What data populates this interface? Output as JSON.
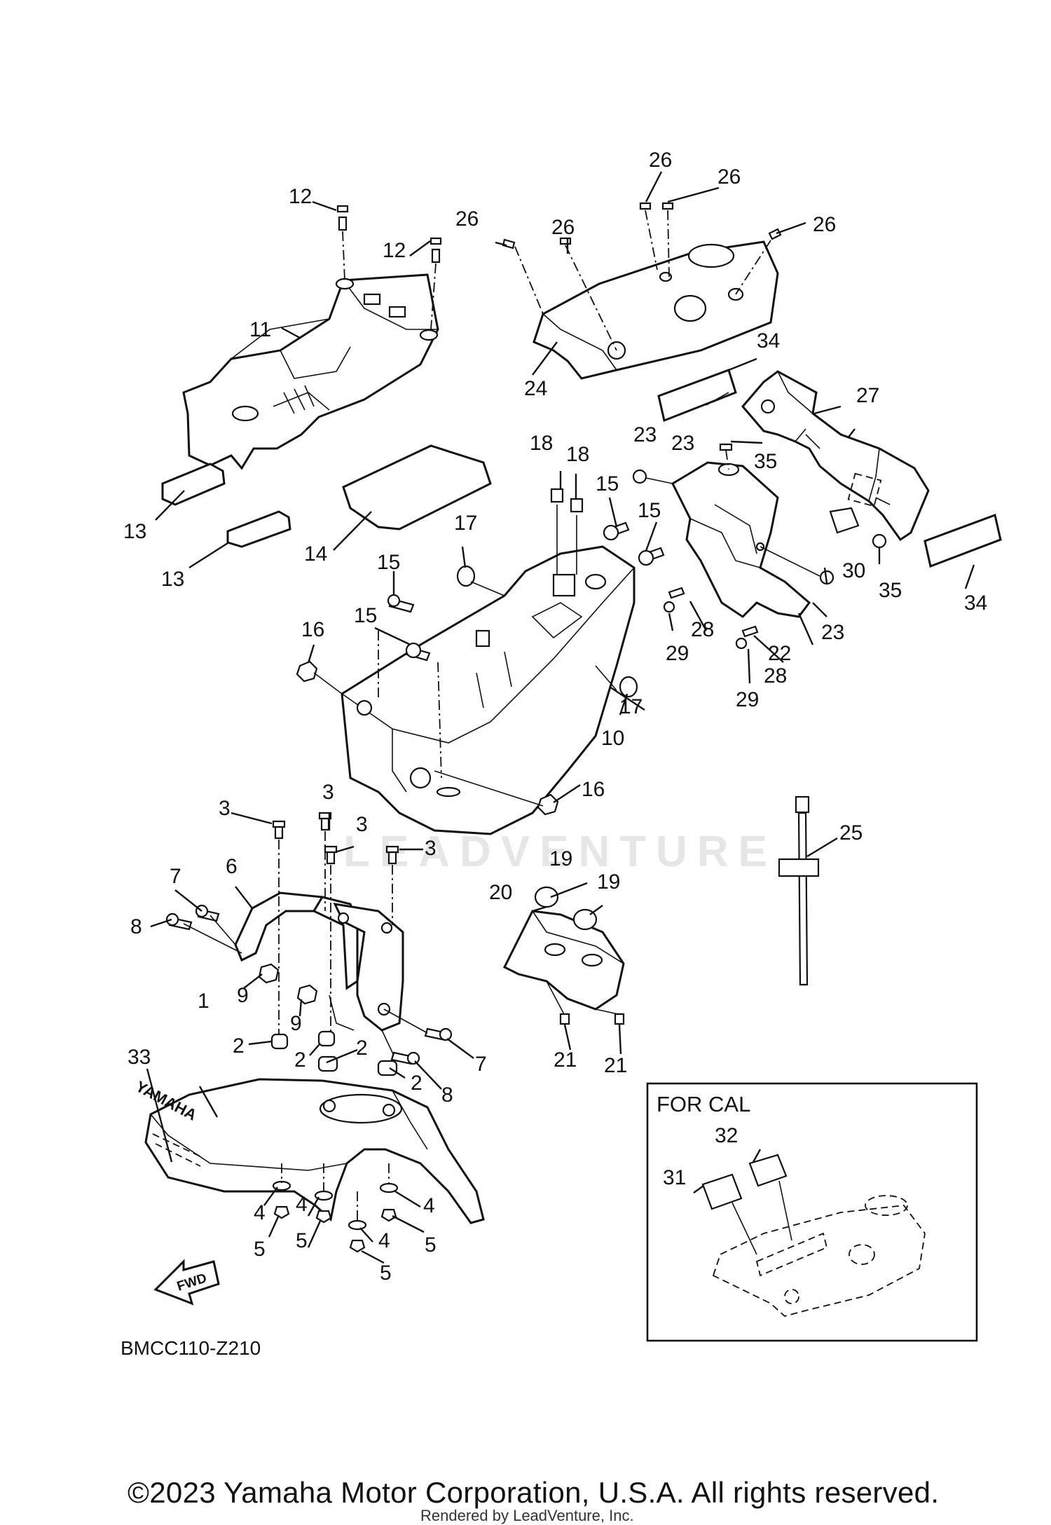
{
  "diagram": {
    "callouts": [
      {
        "id": "c1",
        "text": "1"
      },
      {
        "id": "c2a",
        "text": "2"
      },
      {
        "id": "c2b",
        "text": "2"
      },
      {
        "id": "c2c",
        "text": "2"
      },
      {
        "id": "c2d",
        "text": "2"
      },
      {
        "id": "c3a",
        "text": "3"
      },
      {
        "id": "c3b",
        "text": "3"
      },
      {
        "id": "c3c",
        "text": "3"
      },
      {
        "id": "c3d",
        "text": "3"
      },
      {
        "id": "c4a",
        "text": "4"
      },
      {
        "id": "c4b",
        "text": "4"
      },
      {
        "id": "c4c",
        "text": "4"
      },
      {
        "id": "c4d",
        "text": "4"
      },
      {
        "id": "c5a",
        "text": "5"
      },
      {
        "id": "c5b",
        "text": "5"
      },
      {
        "id": "c5c",
        "text": "5"
      },
      {
        "id": "c5d",
        "text": "5"
      },
      {
        "id": "c6",
        "text": "6"
      },
      {
        "id": "c7a",
        "text": "7"
      },
      {
        "id": "c7b",
        "text": "7"
      },
      {
        "id": "c8a",
        "text": "8"
      },
      {
        "id": "c8b",
        "text": "8"
      },
      {
        "id": "c9a",
        "text": "9"
      },
      {
        "id": "c9b",
        "text": "9"
      },
      {
        "id": "c10",
        "text": "10"
      },
      {
        "id": "c11",
        "text": "11"
      },
      {
        "id": "c12a",
        "text": "12"
      },
      {
        "id": "c12b",
        "text": "12"
      },
      {
        "id": "c13a",
        "text": "13"
      },
      {
        "id": "c13b",
        "text": "13"
      },
      {
        "id": "c14",
        "text": "14"
      },
      {
        "id": "c15a",
        "text": "15"
      },
      {
        "id": "c15b",
        "text": "15"
      },
      {
        "id": "c15c",
        "text": "15"
      },
      {
        "id": "c15d",
        "text": "15"
      },
      {
        "id": "c16a",
        "text": "16"
      },
      {
        "id": "c16b",
        "text": "16"
      },
      {
        "id": "c17a",
        "text": "17"
      },
      {
        "id": "c17b",
        "text": "17"
      },
      {
        "id": "c18a",
        "text": "18"
      },
      {
        "id": "c18b",
        "text": "18"
      },
      {
        "id": "c19a",
        "text": "19"
      },
      {
        "id": "c19b",
        "text": "19"
      },
      {
        "id": "c20",
        "text": "20"
      },
      {
        "id": "c21a",
        "text": "21"
      },
      {
        "id": "c21b",
        "text": "21"
      },
      {
        "id": "c22",
        "text": "22"
      },
      {
        "id": "c23a",
        "text": "23"
      },
      {
        "id": "c23b",
        "text": "23"
      },
      {
        "id": "c23c",
        "text": "23"
      },
      {
        "id": "c24",
        "text": "24"
      },
      {
        "id": "c25",
        "text": "25"
      },
      {
        "id": "c26a",
        "text": "26"
      },
      {
        "id": "c26b",
        "text": "26"
      },
      {
        "id": "c26c",
        "text": "26"
      },
      {
        "id": "c26d",
        "text": "26"
      },
      {
        "id": "c26e",
        "text": "26"
      },
      {
        "id": "c27",
        "text": "27"
      },
      {
        "id": "c28a",
        "text": "28"
      },
      {
        "id": "c28b",
        "text": "28"
      },
      {
        "id": "c29a",
        "text": "29"
      },
      {
        "id": "c29b",
        "text": "29"
      },
      {
        "id": "c30",
        "text": "30"
      },
      {
        "id": "c31",
        "text": "31"
      },
      {
        "id": "c32",
        "text": "32"
      },
      {
        "id": "c33",
        "text": "33"
      },
      {
        "id": "c34a",
        "text": "34"
      },
      {
        "id": "c34b",
        "text": "34"
      },
      {
        "id": "c35a",
        "text": "35"
      },
      {
        "id": "c35b",
        "text": "35"
      }
    ],
    "fender_logo": "YAMAHA",
    "fwd_arrow": "FWD",
    "watermark": "LEADVENTURE"
  },
  "inset": {
    "title": "FOR CAL"
  },
  "doc_code": "BMCC110-Z210",
  "copyright": "©2023 Yamaha Motor Corporation, U.S.A. All rights reserved.",
  "rendered_by": "Rendered by LeadVenture, Inc."
}
